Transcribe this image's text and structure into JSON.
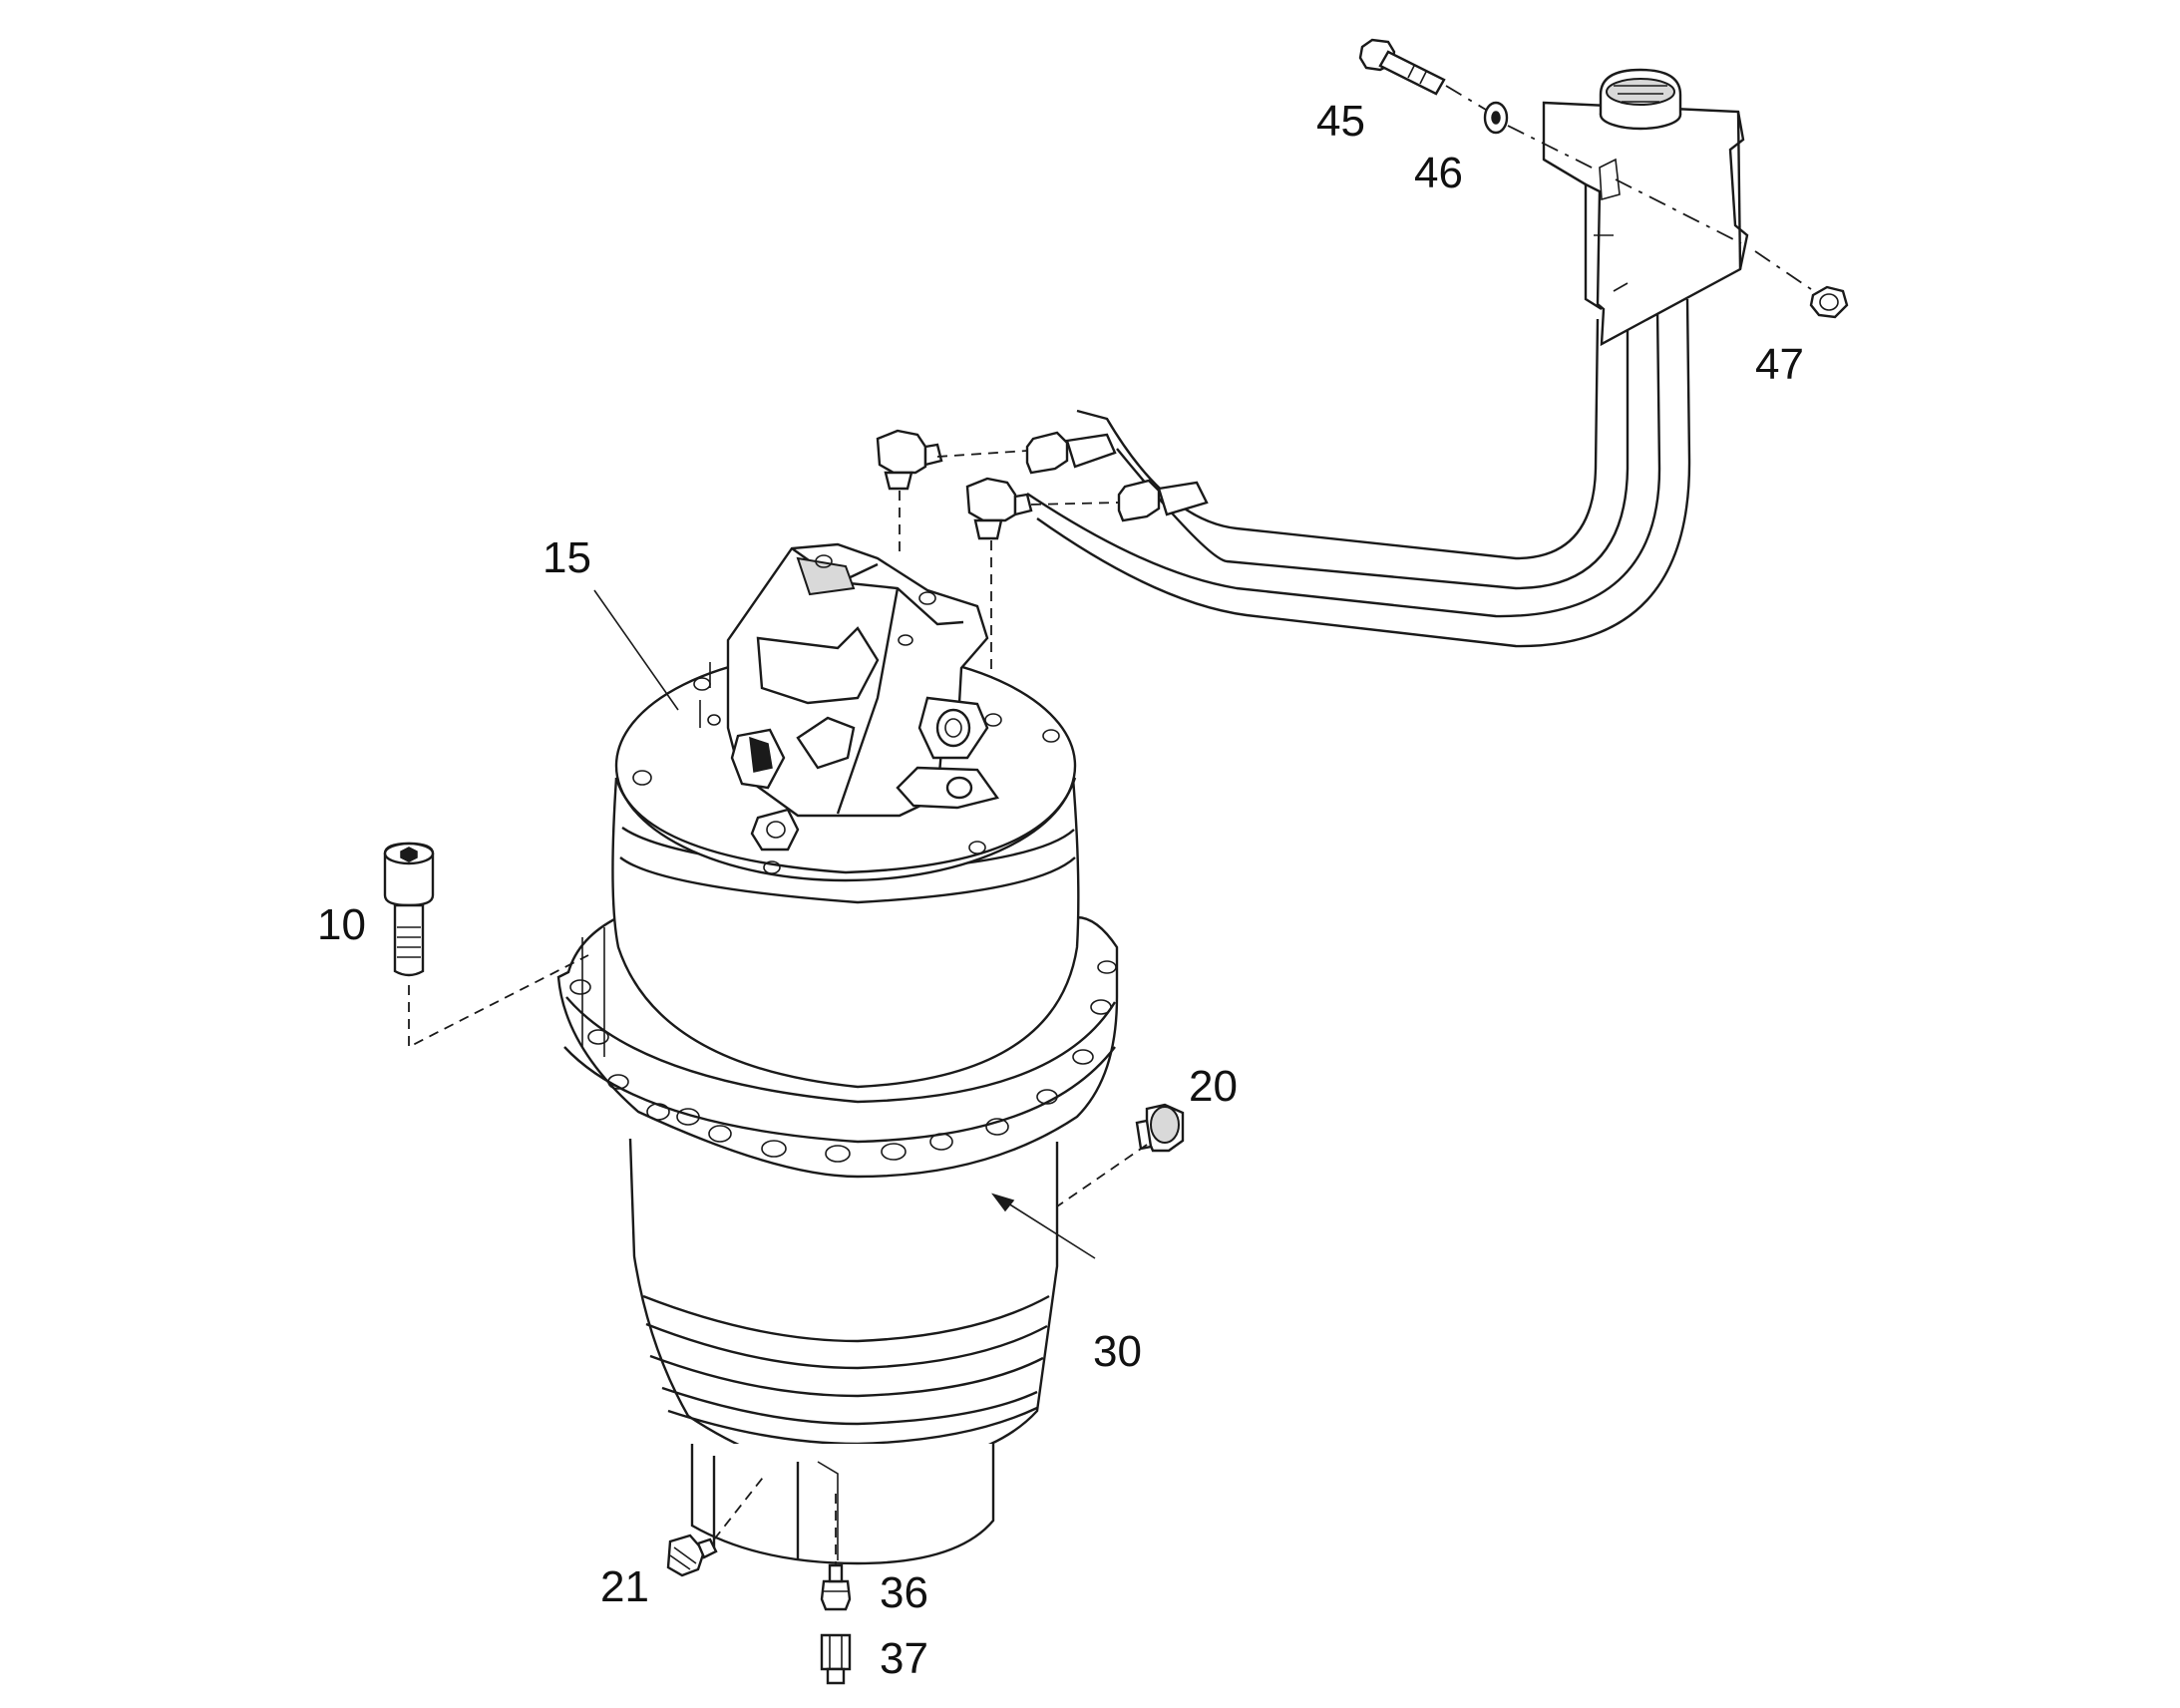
{
  "callouts": {
    "c10": "10",
    "c15": "15",
    "c20": "20",
    "c21": "21",
    "c30": "30",
    "c36": "36",
    "c37": "37",
    "c45": "45",
    "c46": "46",
    "c47": "47"
  },
  "icons": [
    "hex-socket-bolt-icon",
    "hex-bolt-icon",
    "washer-icon",
    "hex-nut-icon",
    "plug-icon",
    "elbow-fitting-icon",
    "hose-fitting-icon",
    "reservoir-tank-icon",
    "travel-motor-icon"
  ]
}
